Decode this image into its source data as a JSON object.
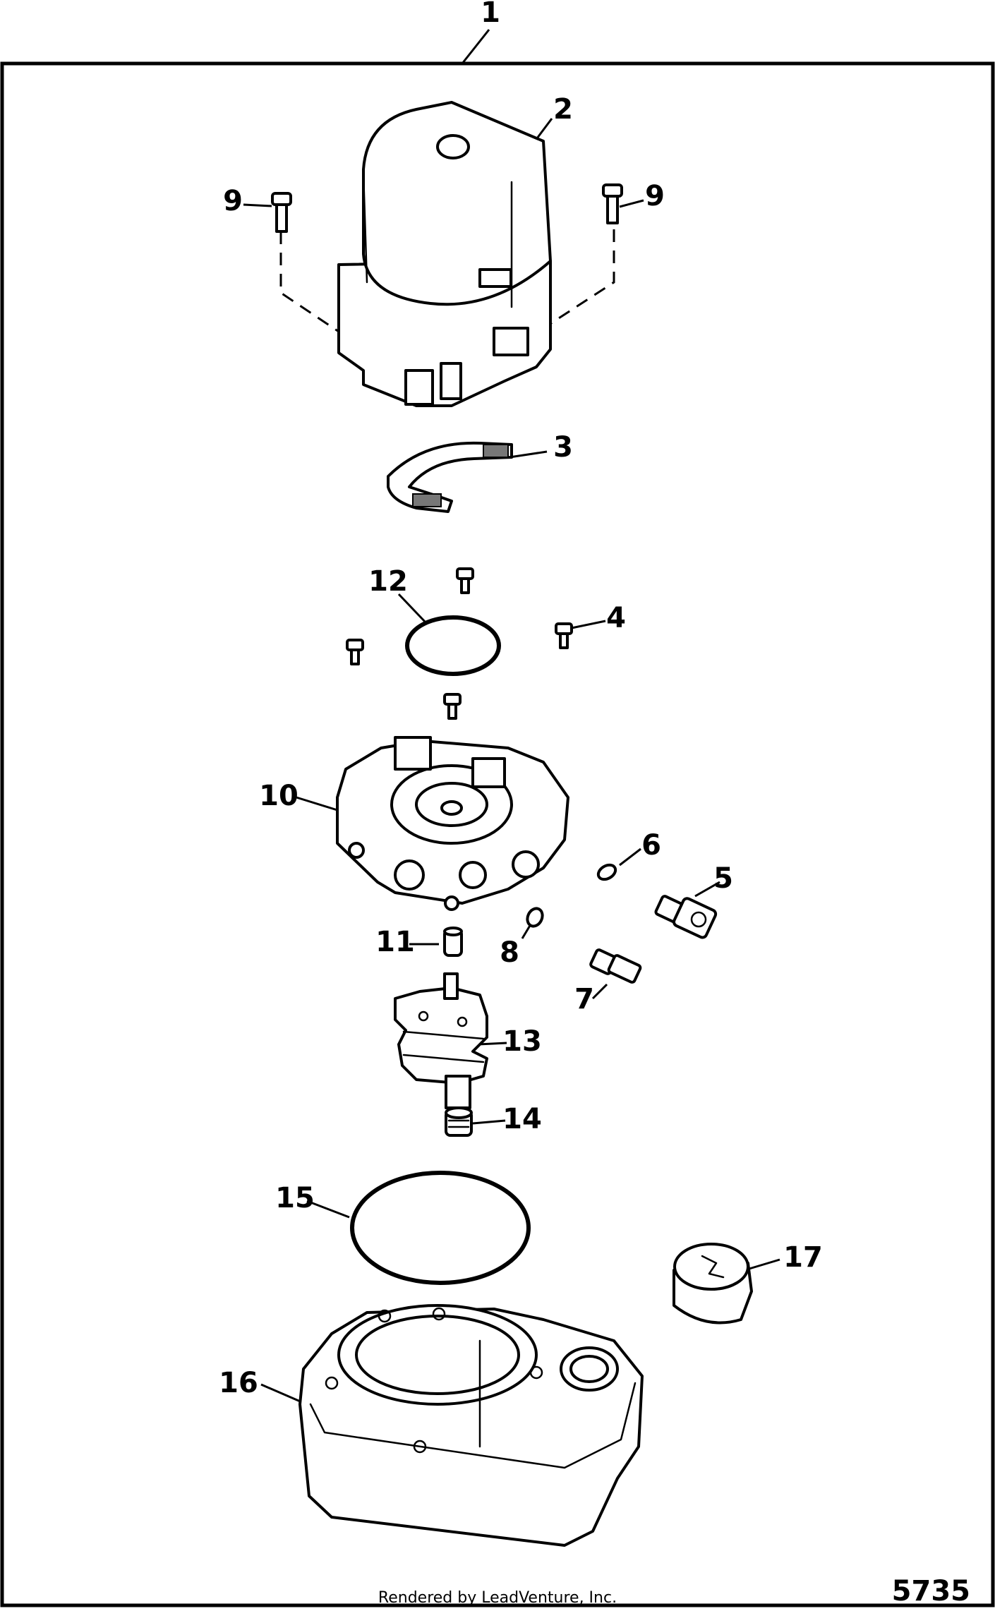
{
  "diagram": {
    "figure_number": "5735",
    "credit": "Rendered by LeadVenture, Inc.",
    "callouts": [
      "1",
      "2",
      "3",
      "4",
      "5",
      "6",
      "7",
      "8",
      "9",
      "9",
      "10",
      "11",
      "12",
      "13",
      "14",
      "15",
      "16",
      "17"
    ]
  }
}
